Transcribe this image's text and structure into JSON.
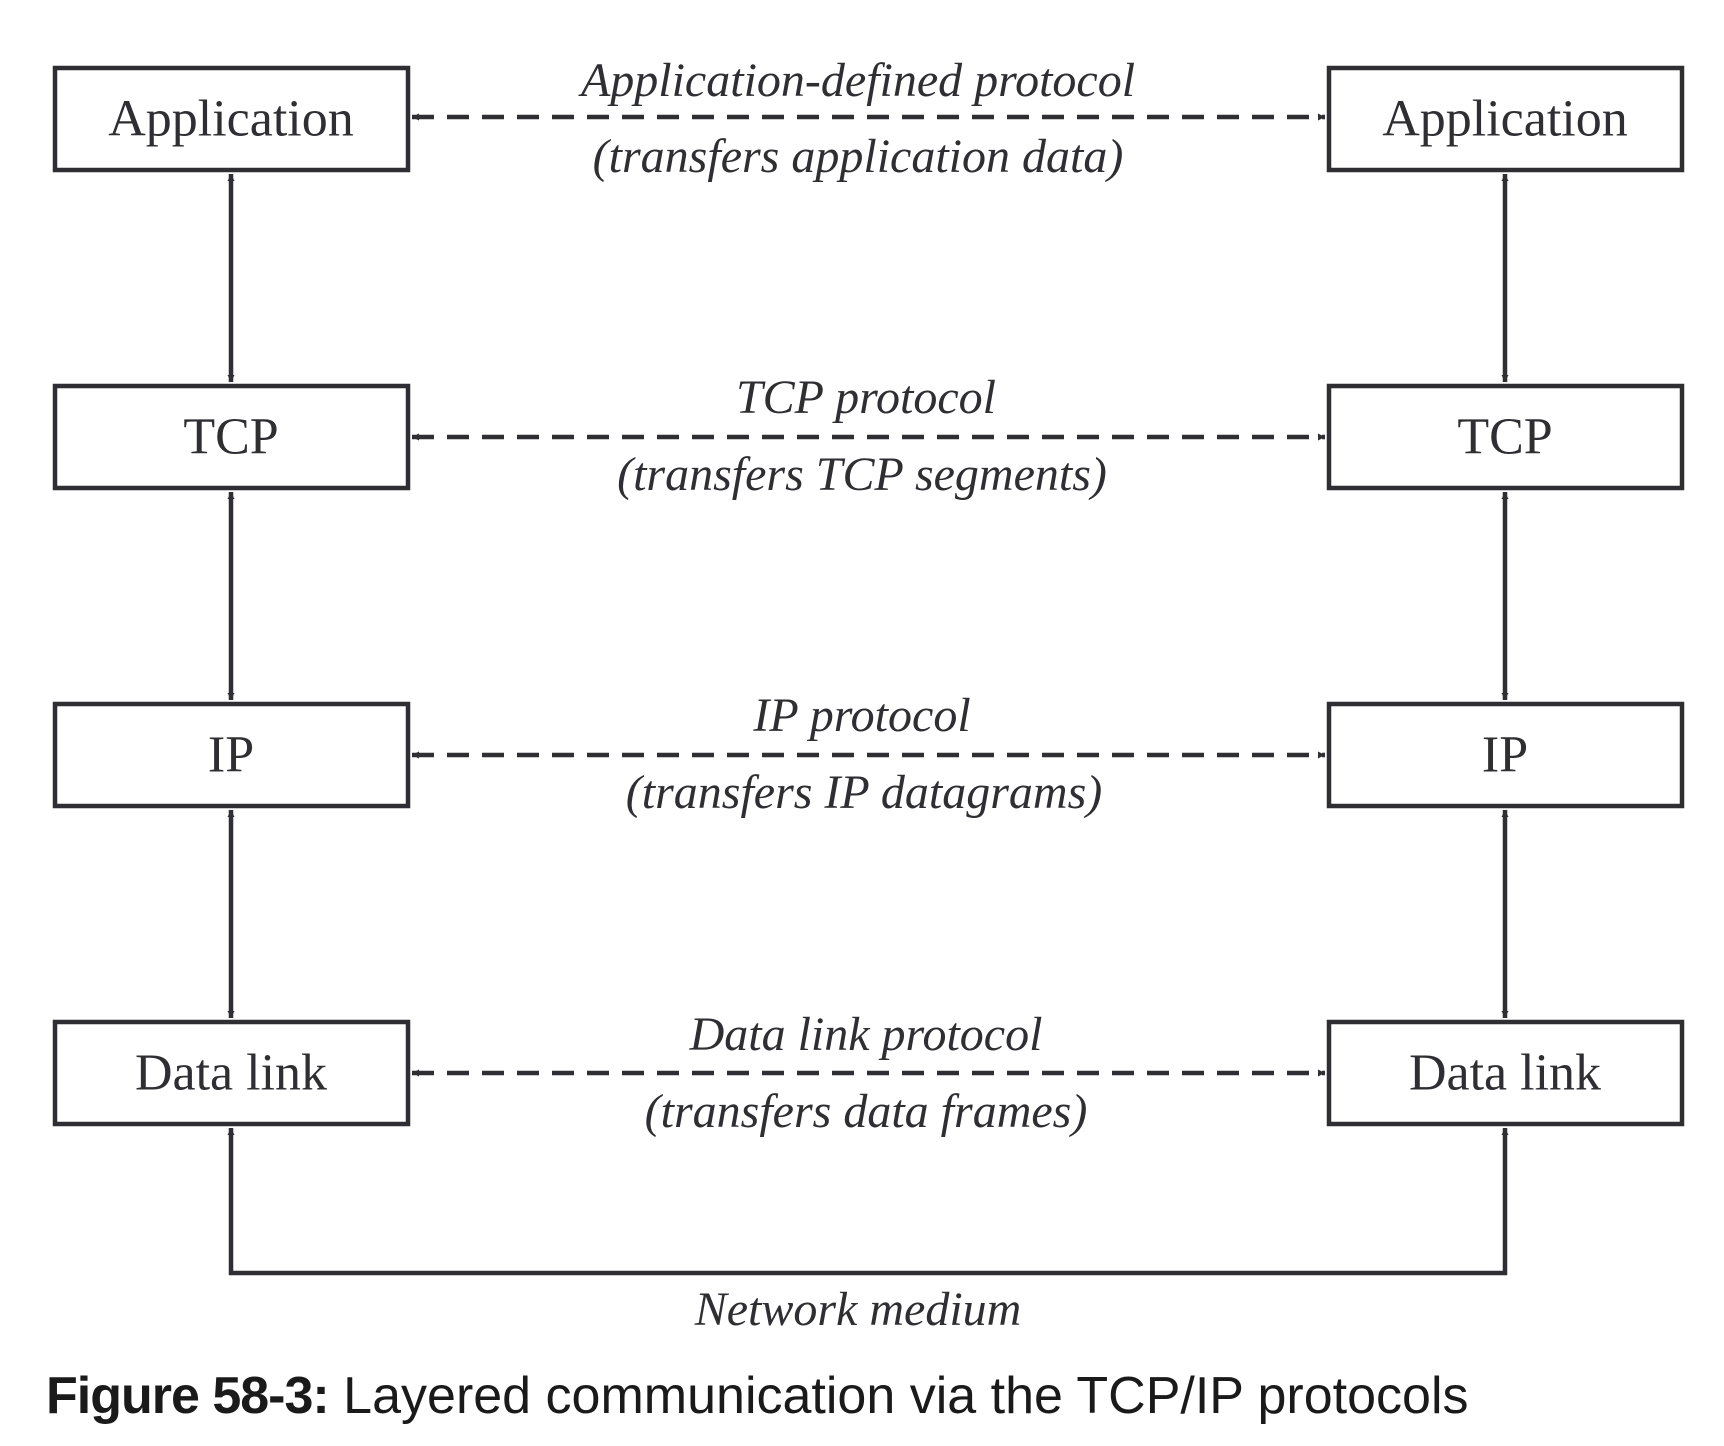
{
  "diagram": {
    "layers": [
      "Application",
      "TCP",
      "IP",
      "Data link"
    ],
    "protocols": [
      {
        "name": "Application-defined protocol",
        "description": "(transfers application data)"
      },
      {
        "name": "TCP protocol",
        "description": "(transfers TCP segments)"
      },
      {
        "name": "IP protocol",
        "description": "(transfers IP datagrams)"
      },
      {
        "name": "Data link protocol",
        "description": "(transfers data frames)"
      }
    ],
    "medium_label": "Network medium"
  },
  "caption": {
    "number": "Figure 58-3:",
    "text": " Layered communication via the TCP/IP protocols"
  },
  "colors": {
    "stroke": "#2e2e33",
    "background": "#ffffff"
  }
}
